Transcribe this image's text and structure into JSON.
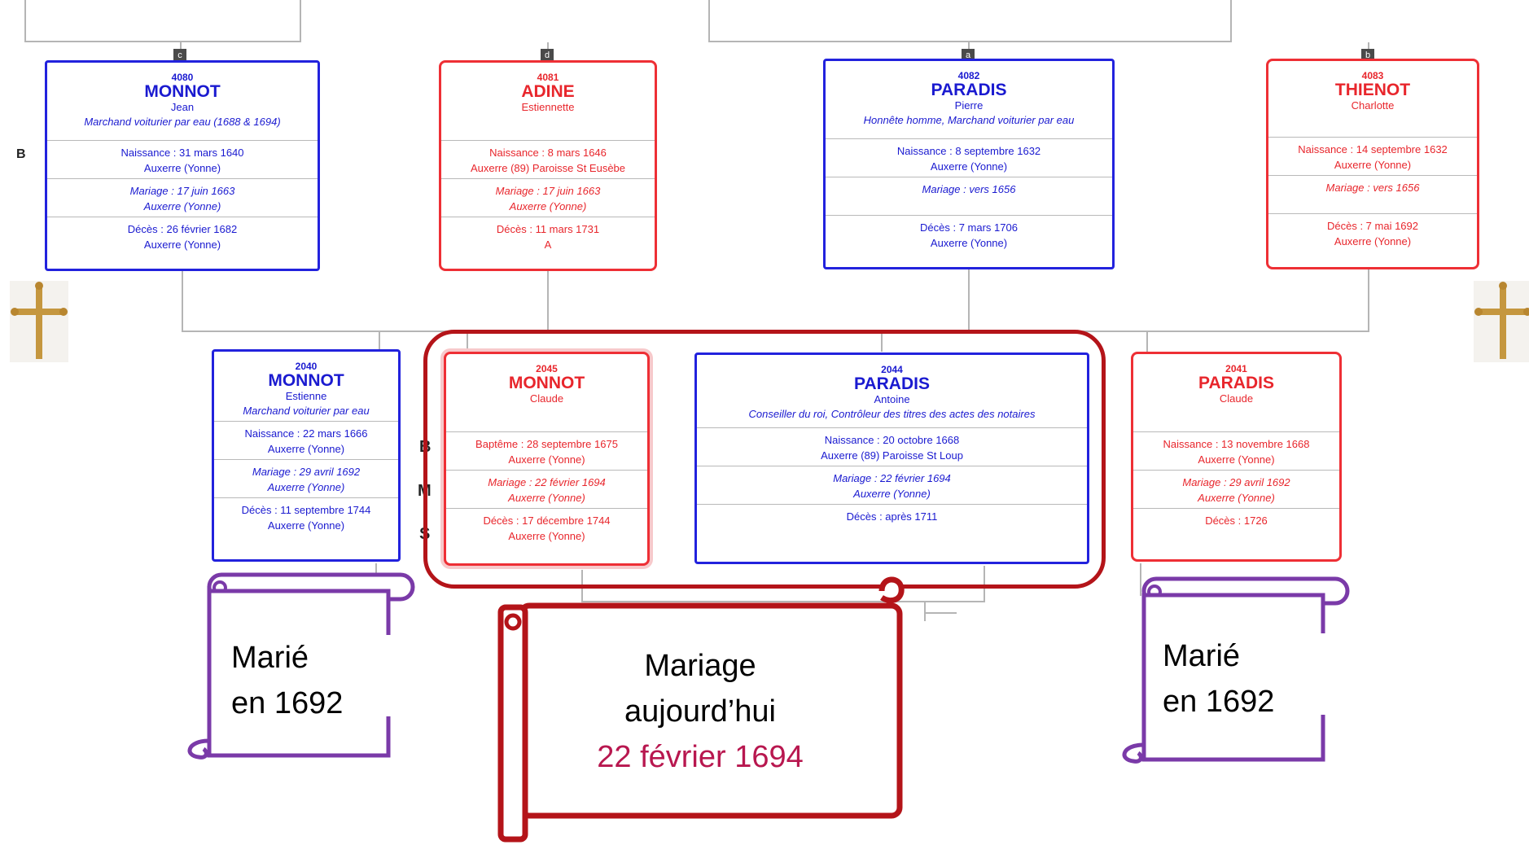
{
  "tags": {
    "c": "c",
    "d": "d",
    "a": "a",
    "b": "b"
  },
  "row_labels": {
    "generation": "B",
    "bms_b": "B",
    "bms_m": "M",
    "bms_s": "S"
  },
  "top_row": [
    {
      "num": "4080",
      "surname": "MONNOT",
      "given": "Jean",
      "occupation": "Marchand voiturier par eau (1688 & 1694)",
      "birth": "Naissance : 31 mars 1640",
      "birth_place": "Auxerre (Yonne)",
      "marriage": "Mariage : 17 juin 1663",
      "marriage_place": "Auxerre (Yonne)",
      "death": "Décès : 26 février 1682",
      "death_place": "Auxerre (Yonne)"
    },
    {
      "num": "4081",
      "surname": "ADINE",
      "given": "Estiennette",
      "occupation": "",
      "birth": "Naissance : 8 mars 1646",
      "birth_place": "Auxerre (89) Paroisse St Eusèbe",
      "marriage": "Mariage : 17 juin 1663",
      "marriage_place": "Auxerre (Yonne)",
      "death": "Décès : 11 mars 1731",
      "death_place": "A"
    },
    {
      "num": "4082",
      "surname": "PARADIS",
      "given": "Pierre",
      "occupation": "Honnête homme, Marchand voiturier par eau",
      "birth": "Naissance : 8 septembre 1632",
      "birth_place": "Auxerre (Yonne)",
      "marriage": "Mariage : vers 1656",
      "marriage_place": "",
      "death": "Décès : 7 mars 1706",
      "death_place": "Auxerre (Yonne)"
    },
    {
      "num": "4083",
      "surname": "THIENOT",
      "given": "Charlotte",
      "occupation": "",
      "birth": "Naissance : 14 septembre 1632",
      "birth_place": "Auxerre (Yonne)",
      "marriage": "Mariage : vers 1656",
      "marriage_place": "",
      "death": "Décès : 7 mai 1692",
      "death_place": "Auxerre (Yonne)"
    }
  ],
  "bottom_row": [
    {
      "num": "2040",
      "surname": "MONNOT",
      "given": "Estienne",
      "occupation": "Marchand voiturier par eau",
      "birth": "Naissance : 22 mars 1666",
      "birth_place": "Auxerre (Yonne)",
      "marriage": "Mariage : 29 avril 1692",
      "marriage_place": "Auxerre (Yonne)",
      "death": "Décès : 11 septembre 1744",
      "death_place": "Auxerre (Yonne)"
    },
    {
      "num": "2045",
      "surname": "MONNOT",
      "given": "Claude",
      "occupation": "",
      "birth": "Baptême : 28 septembre 1675",
      "birth_place": "Auxerre (Yonne)",
      "marriage": "Mariage : 22 février 1694",
      "marriage_place": "Auxerre (Yonne)",
      "death": "Décès : 17 décembre 1744",
      "death_place": "Auxerre (Yonne)"
    },
    {
      "num": "2044",
      "surname": "PARADIS",
      "given": "Antoine",
      "occupation": "Conseiller du roi, Contrôleur des titres des actes des notaires",
      "birth": "Naissance : 20 octobre 1668",
      "birth_place": "Auxerre (89) Paroisse St Loup",
      "marriage": "Mariage : 22 février 1694",
      "marriage_place": "Auxerre (Yonne)",
      "death": "Décès : après 1711",
      "death_place": ""
    },
    {
      "num": "2041",
      "surname": "PARADIS",
      "given": "Claude",
      "occupation": "",
      "birth": "Naissance : 13 novembre 1668",
      "birth_place": "Auxerre (Yonne)",
      "marriage": "Mariage : 29 avril 1692",
      "marriage_place": "Auxerre (Yonne)",
      "death": "Décès : 1726",
      "death_place": ""
    }
  ],
  "scrolls": {
    "left": {
      "line1": "Marié",
      "line2": "en 1692"
    },
    "center": {
      "line1": "Mariage",
      "line2": "aujourd’hui",
      "date": "22 février 1694"
    },
    "right": {
      "line1": "Marié",
      "line2": "en 1692"
    }
  },
  "colors": {
    "male": "#2222dd",
    "female": "#ee2f35",
    "highlight": "#b41419",
    "scroll_purple": "#7a3aa8",
    "date_text": "#b8174f",
    "connector": "#b5b5b5"
  },
  "icons": {
    "left_cross": "cross-icon",
    "right_cross": "cross-icon"
  }
}
